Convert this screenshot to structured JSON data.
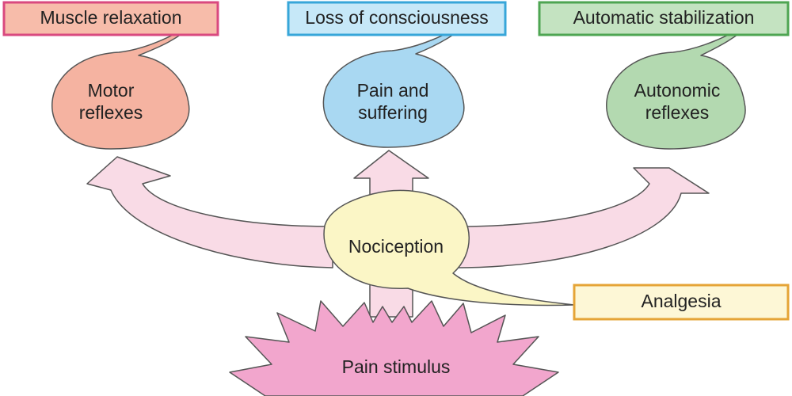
{
  "boxes": {
    "muscle_relaxation": "Muscle relaxation",
    "loss_of_consciousness": "Loss of consciousness",
    "automatic_stabilization": "Automatic stabilization",
    "analgesia": "Analgesia"
  },
  "bubbles": {
    "motor_line1": "Motor",
    "motor_line2": "reflexes",
    "pain_line1": "Pain and",
    "pain_line2": "suffering",
    "autonomic_line1": "Autonomic",
    "autonomic_line2": "reflexes",
    "nociception": "Nociception"
  },
  "stimulus": "Pain stimulus",
  "colors": {
    "arrow_fill": "#f9dbe6",
    "arrow_stroke": "#555555",
    "motor_fill": "#f5b3a1",
    "pain_fill": "#a9d8f2",
    "autonomic_fill": "#b3d9b0",
    "nociception_fill": "#fbf6c6",
    "stimulus_fill": "#f2a6cd",
    "muscle_border": "#d9497f",
    "muscle_box_fill": "#f7bcaa",
    "consciousness_border": "#37a6d9",
    "consciousness_box_fill": "#c6e8f8",
    "stabilization_border": "#4ea552",
    "stabilization_box_fill": "#c4e3c1",
    "analgesia_border": "#e5a437",
    "analgesia_box_fill": "#fdf7d6"
  }
}
